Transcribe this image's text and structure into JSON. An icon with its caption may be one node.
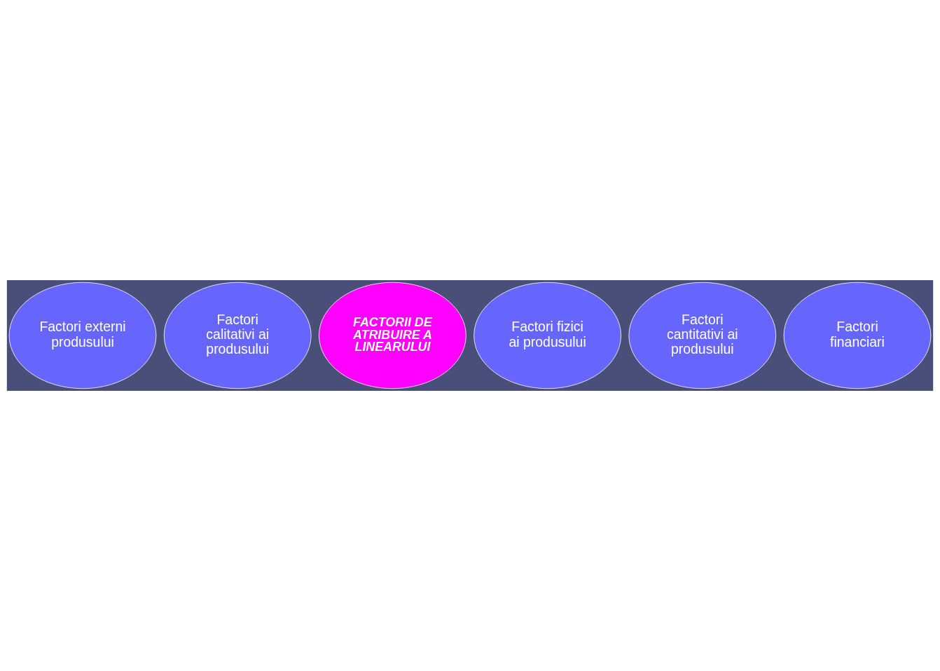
{
  "diagram": {
    "nodes": [
      {
        "text": [
          "Factori externi produsului"
        ]
      },
      {
        "text": [
          "Factori calitativi ai produsului"
        ]
      },
      {
        "text": [
          "FACTORII DE ATRIBUIRE A LINEARULUI"
        ]
      },
      {
        "text": [
          "Factori fizici ai produsului"
        ]
      },
      {
        "text": [
          "Factori cantitativi ai produsului"
        ]
      },
      {
        "text": [
          "Factori financiari"
        ]
      }
    ]
  }
}
